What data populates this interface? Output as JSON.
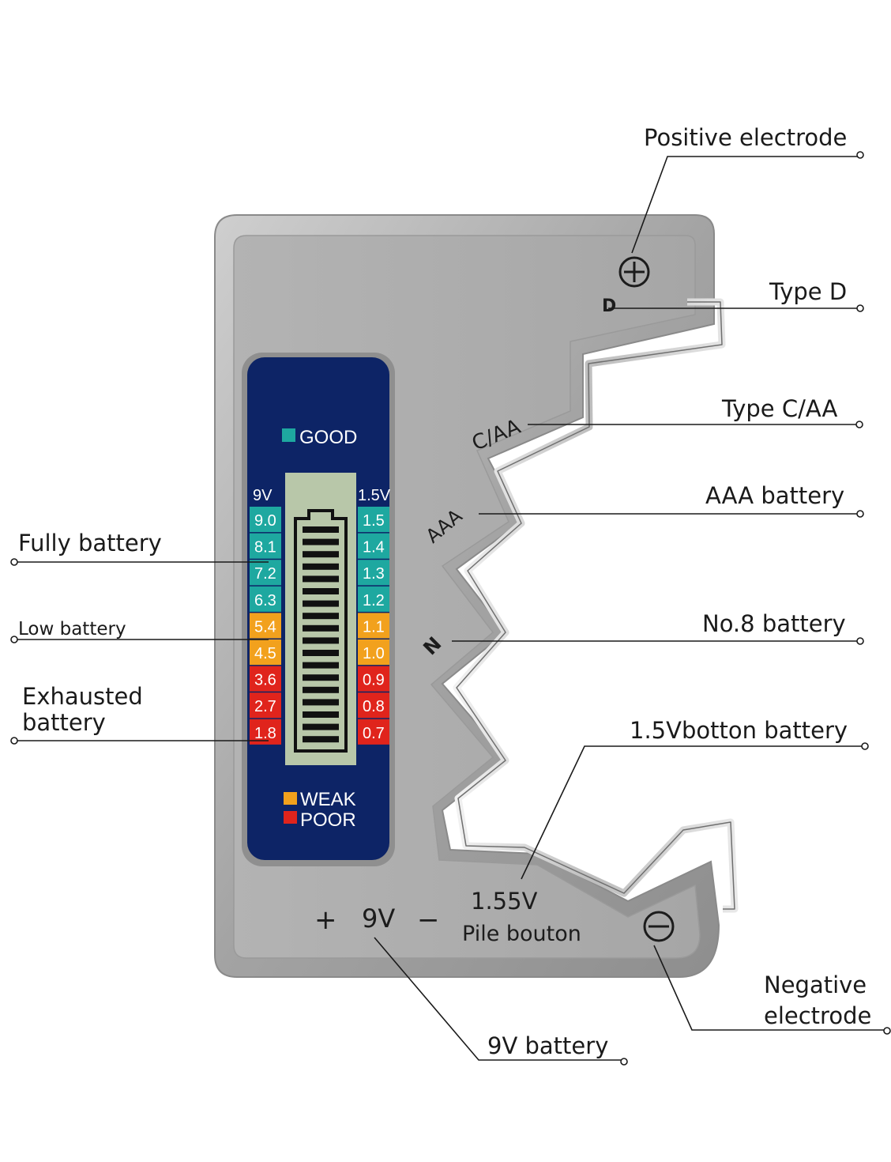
{
  "callouts": {
    "positive_electrode": "Positive electrode",
    "type_d": "Type D",
    "type_caa": "Type C/AA",
    "aaa_battery": "AAA battery",
    "no8_battery": "No.8 battery",
    "button_battery": "1.5Vbotton battery",
    "negative_electrode_line1": "Negative",
    "negative_electrode_line2": "electrode",
    "nine_v_battery": "9V battery",
    "fully_battery": "Fully battery",
    "low_battery": "Low battery",
    "exhausted_line1": "Exhausted",
    "exhausted_line2": "battery"
  },
  "device": {
    "slot_d": "D",
    "slot_caa": "C/AA",
    "slot_aaa": "AAA",
    "slot_n": "N",
    "plus_symbol": "+",
    "nine_v": "9V",
    "minus_symbol": "−",
    "button_voltage": "1.55V",
    "button_name": "Pile bouton"
  },
  "lcd": {
    "good_label": "GOOD",
    "weak_label": "WEAK",
    "poor_label": "POOR",
    "left_header": "9V",
    "right_header": "1.5V",
    "left_scale": [
      "9.0",
      "8.1",
      "7.2",
      "6.3",
      "5.4",
      "4.5",
      "3.6",
      "2.7",
      "1.8"
    ],
    "right_scale": [
      "1.5",
      "1.4",
      "1.3",
      "1.2",
      "1.1",
      "1.0",
      "0.9",
      "0.8",
      "0.7"
    ],
    "levels": [
      "good",
      "good",
      "good",
      "good",
      "weak",
      "weak",
      "poor",
      "poor",
      "poor"
    ],
    "colors": {
      "good": "#1ea8a0",
      "weak": "#f2a11d",
      "poor": "#e0241c",
      "panel": "#0d2466",
      "screen": "#b8c7a9"
    }
  }
}
